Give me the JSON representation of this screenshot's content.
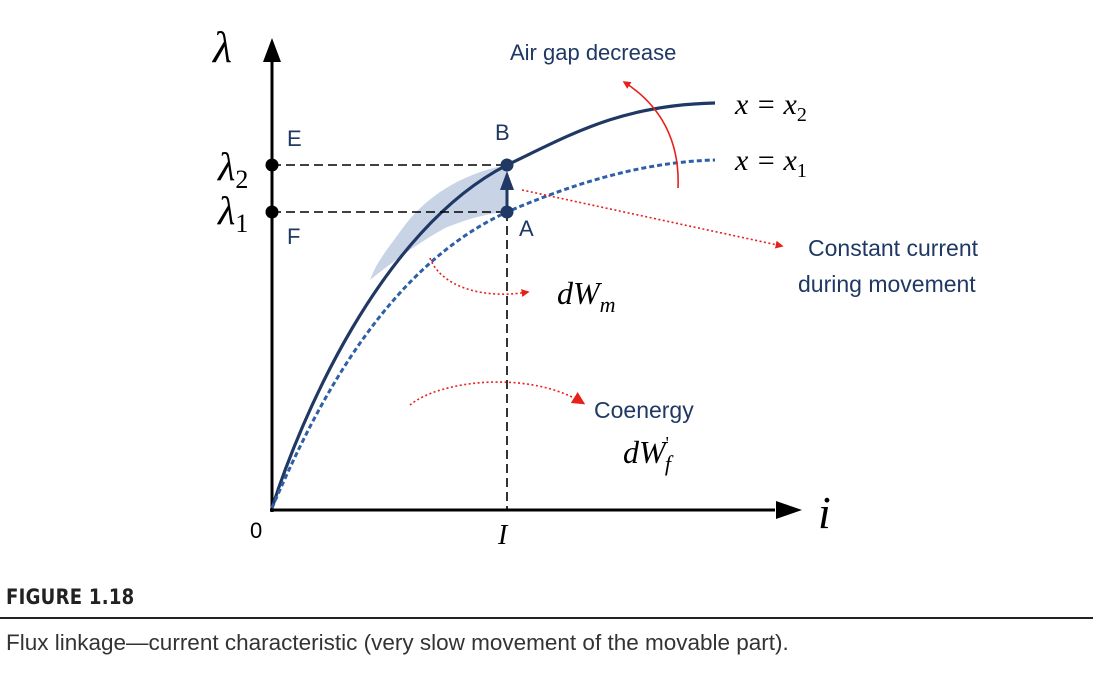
{
  "axes": {
    "y_label": "λ",
    "x_label": "i",
    "origin_label": "0",
    "x_tick_label": "I"
  },
  "levels": {
    "lambda2": {
      "symbol": "λ",
      "subscript": "2"
    },
    "lambda1": {
      "symbol": "λ",
      "subscript": "1"
    }
  },
  "points": {
    "A": "A",
    "B": "B",
    "E": "E",
    "F": "F"
  },
  "curves": {
    "upper": {
      "text": "x = x",
      "subscript": "2",
      "color": "#1f3864"
    },
    "lower": {
      "text": "x = x",
      "subscript": "1",
      "color": "#2e5fa8"
    }
  },
  "annotations": {
    "air_gap": "Air gap decrease",
    "constant_current_line1": "Constant current",
    "constant_current_line2": "during movement",
    "coenergy_label": "Coenergy",
    "dwm": {
      "base": "dW",
      "subscript": "m"
    },
    "dwf": {
      "base": "dW",
      "prime": "'",
      "subscript": "f"
    }
  },
  "colors": {
    "axis": "#000000",
    "point": "#1f3864",
    "shade": "#c8d3e6",
    "text_blue": "#1f3864",
    "arrow_red": "#e8201c"
  },
  "figure": {
    "label": "FIGURE 1.18",
    "caption": "Flux linkage—current characteristic (very slow movement of the movable part)."
  }
}
